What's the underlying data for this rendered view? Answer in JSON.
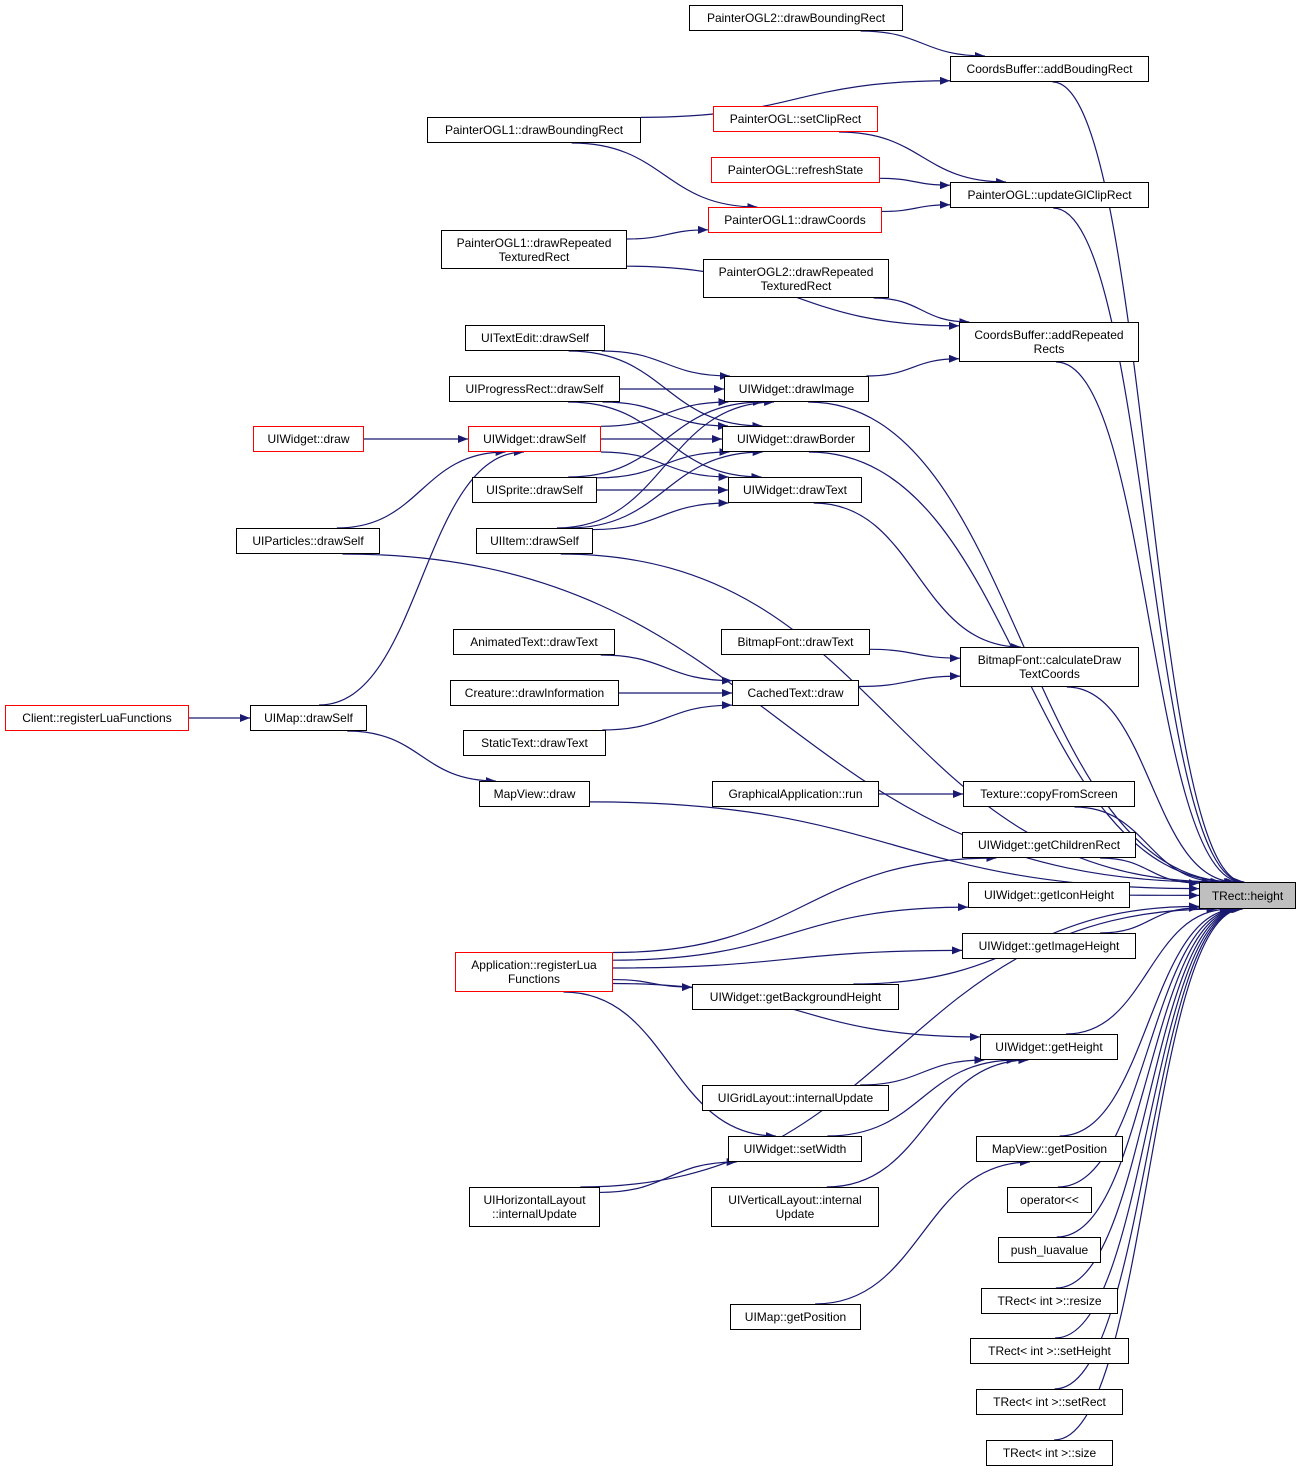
{
  "colors": {
    "edge": "#191970",
    "node_border": "#000000",
    "truncated_border": "#ff0000",
    "focus_fill": "#bfbfbf"
  },
  "nodes": {
    "trect_height": "TRect::height",
    "painterogl2_drawboundingrect": "PainterOGL2::drawBoundingRect",
    "coordsbuffer_addboudingrect": "CoordsBuffer::addBoudingRect",
    "painterogl1_drawboundingrect": "PainterOGL1::drawBoundingRect",
    "painterogl_setcliprect": "PainterOGL::setClipRect",
    "painterogl_refreshstate": "PainterOGL::refreshState",
    "painterogl_updateglcliprect": "PainterOGL::updateGlClipRect",
    "painterogl1_drawcoords": "PainterOGL1::drawCoords",
    "painterogl1_drawrepeatedtexturedrect": "PainterOGL1::drawRepeated\nTexturedRect",
    "painterogl2_drawrepeatedtexturedrect": "PainterOGL2::drawRepeated\nTexturedRect",
    "coordsbuffer_addrepeatedrects": "CoordsBuffer::addRepeated\nRects",
    "uitextedit_drawself": "UITextEdit::drawSelf",
    "uiprogressrect_drawself": "UIProgressRect::drawSelf",
    "uiwidget_drawimage": "UIWidget::drawImage",
    "uiwidget_draw": "UIWidget::draw",
    "uiwidget_drawself": "UIWidget::drawSelf",
    "uiwidget_drawborder": "UIWidget::drawBorder",
    "uisprite_drawself": "UISprite::drawSelf",
    "uiwidget_drawtext": "UIWidget::drawText",
    "uiparticles_drawself": "UIParticles::drawSelf",
    "uiitem_drawself": "UIItem::drawSelf",
    "animatedtext_drawtext": "AnimatedText::drawText",
    "bitmapfont_drawtext": "BitmapFont::drawText",
    "bitmapfont_calculatedrawtextcoords": "BitmapFont::calculateDraw\nTextCoords",
    "creature_drawinformation": "Creature::drawInformation",
    "cachedtext_draw": "CachedText::draw",
    "client_registerluafunctions": "Client::registerLuaFunctions",
    "uimap_drawself": "UIMap::drawSelf",
    "statictext_drawtext": "StaticText::drawText",
    "mapview_draw": "MapView::draw",
    "graphicalapplication_run": "GraphicalApplication::run",
    "texture_copyfromscreen": "Texture::copyFromScreen",
    "uiwidget_getchildrenrect": "UIWidget::getChildrenRect",
    "uiwidget_geticonheight": "UIWidget::getIconHeight",
    "uiwidget_getimageheight": "UIWidget::getImageHeight",
    "application_registerluafunctions": "Application::registerLua\nFunctions",
    "uiwidget_getbackgroundheight": "UIWidget::getBackgroundHeight",
    "uiwidget_getheight": "UIWidget::getHeight",
    "uigridlayout_internalupdate": "UIGridLayout::internalUpdate",
    "uiwidget_setwidth": "UIWidget::setWidth",
    "mapview_getposition": "MapView::getPosition",
    "uihorizontallayout_internalupdate": "UIHorizontalLayout\n::internalUpdate",
    "uiverticallayout_internalupdate": "UIVerticalLayout::internal\nUpdate",
    "operator_shl": "operator<<",
    "push_luavalue": "push_luavalue",
    "trect_resize": "TRect< int >::resize",
    "uimap_getposition": "UIMap::getPosition",
    "trect_setheight": "TRect< int >::setHeight",
    "trect_setrect": "TRect< int >::setRect",
    "trect_size": "TRect< int >::size"
  },
  "truncated_nodes": [
    "painterogl_setcliprect",
    "painterogl_refreshstate",
    "painterogl1_drawcoords",
    "uiwidget_draw",
    "uiwidget_drawself",
    "client_registerluafunctions",
    "application_registerluafunctions"
  ],
  "focus_node": "trect_height",
  "edges": [
    [
      "painterogl2_drawboundingrect",
      "coordsbuffer_addboudingrect"
    ],
    [
      "painterogl1_drawboundingrect",
      "coordsbuffer_addboudingrect"
    ],
    [
      "coordsbuffer_addboudingrect",
      "trect_height"
    ],
    [
      "painterogl1_drawboundingrect",
      "painterogl1_drawcoords"
    ],
    [
      "painterogl_setcliprect",
      "painterogl_updateglcliprect"
    ],
    [
      "painterogl_refreshstate",
      "painterogl_updateglcliprect"
    ],
    [
      "painterogl1_drawcoords",
      "painterogl_updateglcliprect"
    ],
    [
      "painterogl_updateglcliprect",
      "trect_height"
    ],
    [
      "painterogl1_drawrepeatedtexturedrect",
      "painterogl1_drawcoords"
    ],
    [
      "painterogl1_drawrepeatedtexturedrect",
      "coordsbuffer_addrepeatedrects"
    ],
    [
      "painterogl2_drawrepeatedtexturedrect",
      "coordsbuffer_addrepeatedrects"
    ],
    [
      "coordsbuffer_addrepeatedrects",
      "trect_height"
    ],
    [
      "uiwidget_drawimage",
      "coordsbuffer_addrepeatedrects"
    ],
    [
      "uitextedit_drawself",
      "uiwidget_drawimage"
    ],
    [
      "uitextedit_drawself",
      "uiwidget_drawborder"
    ],
    [
      "uiprogressrect_drawself",
      "uiwidget_drawimage"
    ],
    [
      "uiprogressrect_drawself",
      "uiwidget_drawborder"
    ],
    [
      "uiprogressrect_drawself",
      "uiwidget_drawtext"
    ],
    [
      "uiwidget_draw",
      "uiwidget_drawself"
    ],
    [
      "uiwidget_drawself",
      "uiwidget_drawimage"
    ],
    [
      "uiwidget_drawself",
      "uiwidget_drawborder"
    ],
    [
      "uiwidget_drawself",
      "uiwidget_drawtext"
    ],
    [
      "uisprite_drawself",
      "uiwidget_drawimage"
    ],
    [
      "uisprite_drawself",
      "uiwidget_drawborder"
    ],
    [
      "uisprite_drawself",
      "uiwidget_drawtext"
    ],
    [
      "uiitem_drawself",
      "uiwidget_drawimage"
    ],
    [
      "uiitem_drawself",
      "uiwidget_drawborder"
    ],
    [
      "uiitem_drawself",
      "uiwidget_drawtext"
    ],
    [
      "uiitem_drawself",
      "trect_height"
    ],
    [
      "uiwidget_drawimage",
      "trect_height"
    ],
    [
      "uiwidget_drawborder",
      "trect_height"
    ],
    [
      "uiwidget_drawtext",
      "bitmapfont_calculatedrawtextcoords"
    ],
    [
      "uiparticles_drawself",
      "uiwidget_drawself"
    ],
    [
      "uiparticles_drawself",
      "trect_height"
    ],
    [
      "uimap_drawself",
      "uiwidget_drawself"
    ],
    [
      "uimap_drawself",
      "mapview_draw"
    ],
    [
      "client_registerluafunctions",
      "uimap_drawself"
    ],
    [
      "animatedtext_drawtext",
      "cachedtext_draw"
    ],
    [
      "creature_drawinformation",
      "cachedtext_draw"
    ],
    [
      "statictext_drawtext",
      "cachedtext_draw"
    ],
    [
      "bitmapfont_drawtext",
      "bitmapfont_calculatedrawtextcoords"
    ],
    [
      "cachedtext_draw",
      "bitmapfont_calculatedrawtextcoords"
    ],
    [
      "bitmapfont_calculatedrawtextcoords",
      "trect_height"
    ],
    [
      "mapview_draw",
      "trect_height"
    ],
    [
      "graphicalapplication_run",
      "texture_copyfromscreen"
    ],
    [
      "texture_copyfromscreen",
      "trect_height"
    ],
    [
      "application_registerluafunctions",
      "uiwidget_getchildrenrect"
    ],
    [
      "application_registerluafunctions",
      "uiwidget_geticonheight"
    ],
    [
      "application_registerluafunctions",
      "uiwidget_getimageheight"
    ],
    [
      "application_registerluafunctions",
      "uiwidget_getbackgroundheight"
    ],
    [
      "application_registerluafunctions",
      "uiwidget_getheight"
    ],
    [
      "application_registerluafunctions",
      "uiwidget_setwidth"
    ],
    [
      "uiwidget_getchildrenrect",
      "trect_height"
    ],
    [
      "uiwidget_geticonheight",
      "trect_height"
    ],
    [
      "uiwidget_getimageheight",
      "trect_height"
    ],
    [
      "uiwidget_getbackgroundheight",
      "trect_height"
    ],
    [
      "uiwidget_getheight",
      "trect_height"
    ],
    [
      "uigridlayout_internalupdate",
      "uiwidget_getheight"
    ],
    [
      "uiwidget_setwidth",
      "uiwidget_getheight"
    ],
    [
      "uiverticallayout_internalupdate",
      "uiwidget_getheight"
    ],
    [
      "uihorizontallayout_internalupdate",
      "uiwidget_setwidth"
    ],
    [
      "uihorizontallayout_internalupdate",
      "trect_height"
    ],
    [
      "uimap_getposition",
      "mapview_getposition"
    ],
    [
      "mapview_getposition",
      "trect_height"
    ],
    [
      "operator_shl",
      "trect_height"
    ],
    [
      "push_luavalue",
      "trect_height"
    ],
    [
      "trect_resize",
      "trect_height"
    ],
    [
      "trect_setheight",
      "trect_height"
    ],
    [
      "trect_setrect",
      "trect_height"
    ],
    [
      "trect_size",
      "trect_height"
    ]
  ]
}
